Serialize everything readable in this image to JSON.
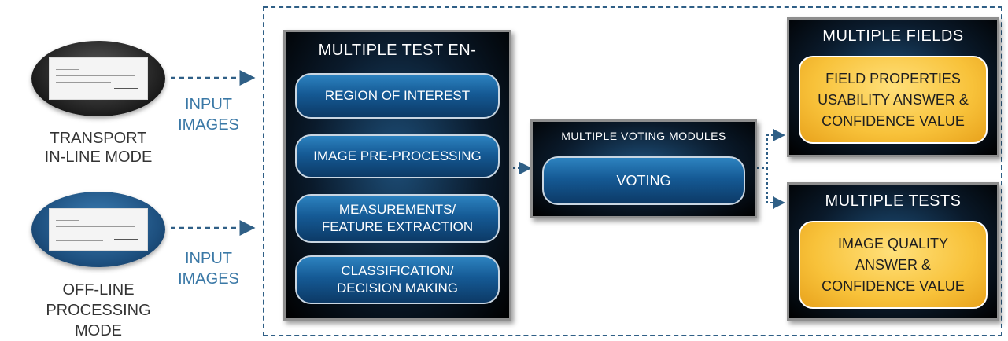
{
  "sources": [
    {
      "mode_lines": [
        "TRANSPORT",
        "IN-LINE MODE"
      ],
      "input_lines": [
        "INPUT",
        "IMAGES"
      ]
    },
    {
      "mode_lines": [
        "OFF-LINE",
        "PROCESSING",
        "MODE"
      ],
      "input_lines": [
        "INPUT",
        "IMAGES"
      ]
    }
  ],
  "test_engine": {
    "title": "MULTIPLE TEST EN-",
    "steps": [
      {
        "lines": [
          "REGION OF INTEREST"
        ]
      },
      {
        "lines": [
          "IMAGE PRE-PROCESSING"
        ]
      },
      {
        "lines": [
          "MEASUREMENTS/",
          "FEATURE EXTRACTION"
        ]
      },
      {
        "lines": [
          "CLASSIFICATION/",
          "DECISION MAKING"
        ]
      }
    ]
  },
  "voting": {
    "title": "MULTIPLE VOTING MODULES",
    "label": "VOTING"
  },
  "outputs": [
    {
      "title": "MULTIPLE FIELDS",
      "lines": [
        "FIELD PROPERTIES",
        "USABILITY ANSWER &",
        "CONFIDENCE VALUE"
      ]
    },
    {
      "title": "MULTIPLE TESTS",
      "lines": [
        "IMAGE QUALITY",
        "ANSWER &",
        "CONFIDENCE VALUE"
      ]
    }
  ],
  "colors": {
    "frame": "#2f5f86",
    "input_text": "#3a78a6",
    "pill": "#155a95",
    "result": "#f8c23a"
  }
}
